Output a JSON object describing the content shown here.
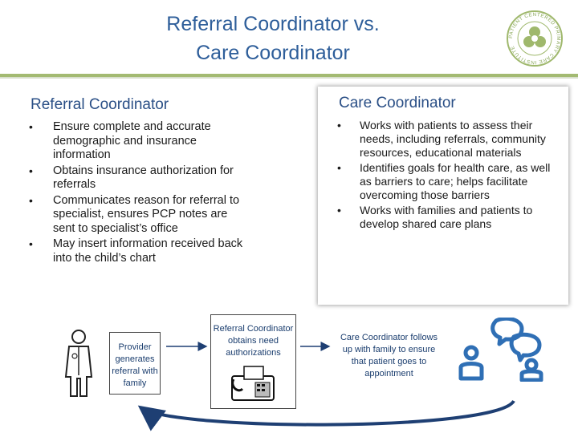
{
  "header": {
    "title_line1": "Referral Coordinator vs.",
    "title_line2": "Care Coordinator",
    "logo_icon": "institute-seal-icon",
    "logo_text": "PATIENT CENTERED PRIMARY CARE INSTITUTE"
  },
  "referral": {
    "heading": "Referral Coordinator",
    "items": [
      "Ensure complete and accurate demographic and insurance information",
      "Obtains insurance authorization for referrals",
      "Communicates reason for referral to specialist, ensures PCP notes are sent to specialist’s office",
      "May insert information received back into the child’s chart"
    ]
  },
  "care": {
    "heading": "Care Coordinator",
    "items": [
      "Works with patients to assess their needs, including referrals, community resources, educational materials",
      "Identifies goals for health care, as well as barriers to care; helps facilitate overcoming those barriers",
      "Works with families and patients to develop shared care plans"
    ]
  },
  "flow": {
    "provider": "Provider generates referral with family",
    "referral_coordinator": "Referral Coordinator obtains need authorizations",
    "care_coordinator": "Care Coordinator follows up with family to ensure that patient goes to appointment",
    "icons": [
      "doctor-icon",
      "fax-machine-icon",
      "chat-people-icon"
    ]
  },
  "colors": {
    "title": "#2e5e9a",
    "heading": "#2a4f86",
    "rule": "#a3ba72",
    "arrow": "#1e3f73",
    "icon_blue": "#2f6fb5"
  }
}
